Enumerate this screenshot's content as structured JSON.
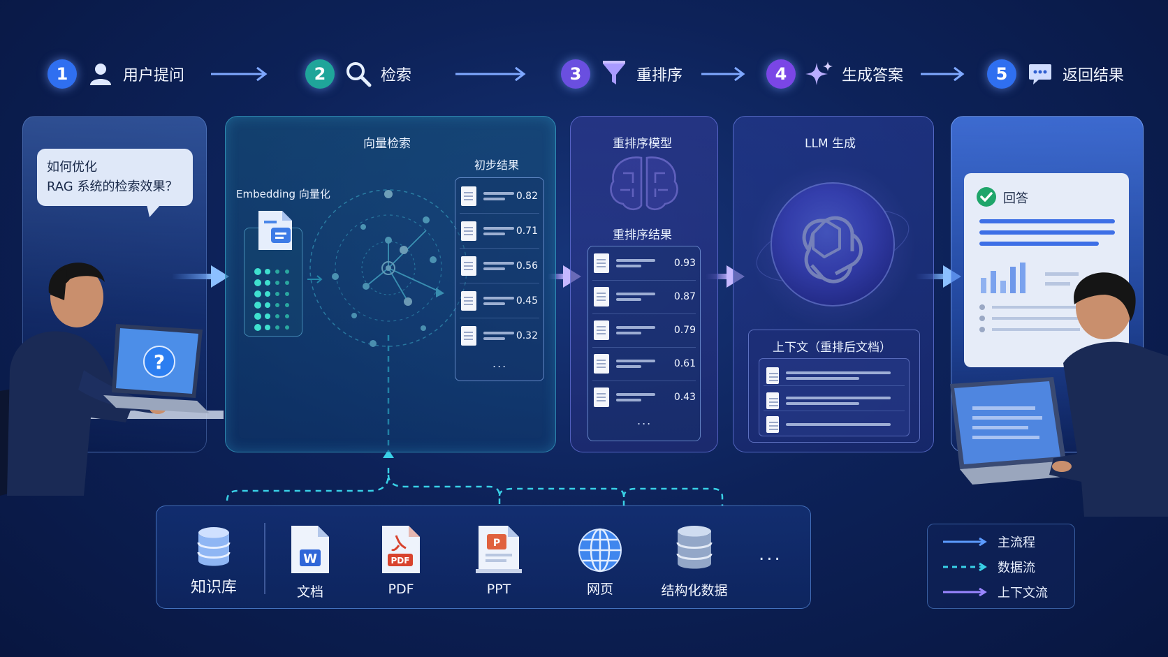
{
  "steps": [
    {
      "num": "1",
      "label": "用户提问",
      "color": "#2f6ff0",
      "icon": "user-icon"
    },
    {
      "num": "2",
      "label": "检索",
      "color": "#1fa59a",
      "icon": "search-icon"
    },
    {
      "num": "3",
      "label": "重排序",
      "color": "#6a4fe0",
      "icon": "funnel-icon"
    },
    {
      "num": "4",
      "label": "生成答案",
      "color": "#7a46e6",
      "icon": "sparkle-icon"
    },
    {
      "num": "5",
      "label": "返回结果",
      "color": "#2f6ff0",
      "icon": "chat-icon"
    }
  ],
  "user_panel": {
    "question_line1": "如何优化",
    "question_line2": "RAG 系统的检索效果？"
  },
  "search_panel": {
    "title": "向量检索",
    "embedding_label": "Embedding 向量化",
    "results_title": "初步结果",
    "scores": [
      "0.82",
      "0.71",
      "0.56",
      "0.45",
      "0.32"
    ],
    "more": "..."
  },
  "rerank_panel": {
    "title": "重排序模型",
    "results_title": "重排序结果",
    "scores": [
      "0.93",
      "0.87",
      "0.79",
      "0.61",
      "0.43"
    ],
    "more": "..."
  },
  "llm_panel": {
    "title": "LLM 生成",
    "context_title": "上下文（重排后文档）"
  },
  "result_panel": {
    "answer_label": "回答"
  },
  "sources": {
    "items": [
      {
        "label": "知识库",
        "icon": "database-icon"
      },
      {
        "label": "文档",
        "icon": "word-doc-icon"
      },
      {
        "label": "PDF",
        "icon": "pdf-icon"
      },
      {
        "label": "PPT",
        "icon": "ppt-icon"
      },
      {
        "label": "网页",
        "icon": "globe-icon"
      },
      {
        "label": "结构化数据",
        "icon": "structured-data-icon"
      }
    ],
    "more": "..."
  },
  "legend": [
    {
      "label": "主流程",
      "style": "solid",
      "color": "#5c9bff"
    },
    {
      "label": "数据流",
      "style": "dashed",
      "color": "#39d0e6"
    },
    {
      "label": "上下文流",
      "style": "solid",
      "color": "#9a86ff"
    }
  ],
  "colors": {
    "background": "#0d2259",
    "main_flow": "#5c9bff",
    "data_flow": "#39d0e6",
    "context_flow": "#9a86ff",
    "accent_green": "#1fa59a"
  }
}
